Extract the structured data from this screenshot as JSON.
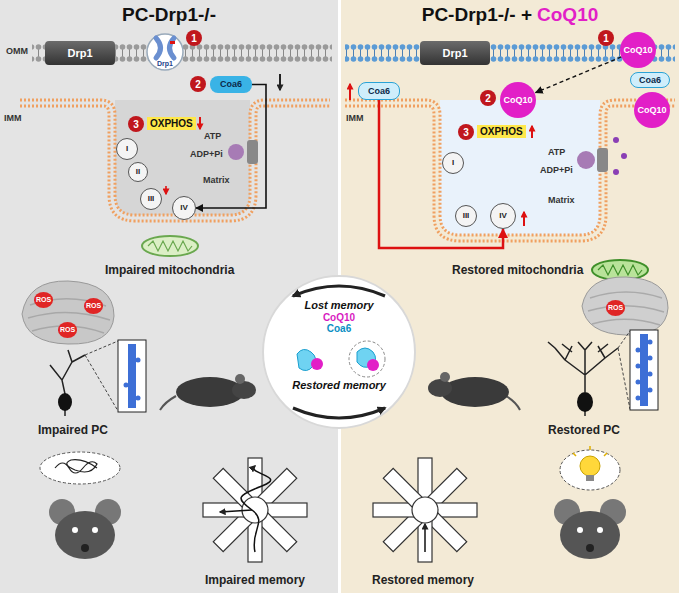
{
  "diagram": {
    "nodes": [
      {
        "text": [
          "PC-Drp1-/-"
        ]
      },
      {
        "text": [
          "PC-Drp1-/- +",
          "CoQ10"
        ]
      },
      {
        "text": [
          "Drp1"
        ],
        "in": 0
      },
      {
        "text": [
          "Coa6"
        ],
        "in": 0
      },
      {
        "text": [
          "I"
        ],
        "in": 0
      },
      {
        "text": [
          "II"
        ],
        "in": 0
      },
      {
        "text": [
          "III"
        ],
        "in": 0
      },
      {
        "text": [
          "IV"
        ],
        "in": 0
      },
      {
        "text": [
          "Drp1"
        ],
        "in": 1
      },
      {
        "text": [
          "CoQ10"
        ],
        "in": 1
      },
      {
        "text": [
          "Coa6"
        ],
        "in": 1
      },
      {
        "text": [
          "CoQ10"
        ],
        "in": 1
      },
      {
        "text": [
          "Coa6"
        ],
        "in": 1
      },
      {
        "text": [
          "CoQ10"
        ],
        "in": 1
      },
      {
        "text": [
          "I"
        ],
        "in": 1
      },
      {
        "text": [
          "III"
        ],
        "in": 1
      },
      {
        "text": [
          "IV"
        ],
        "in": 1
      },
      {
        "text": [
          "Lost memory",
          "CoQ10",
          "Coa6",
          "Restored memory"
        ]
      }
    ],
    "edges": [
      {
        "from": 3,
        "to": 7,
        "arrow": "to"
      },
      {
        "from": 9,
        "to": 11,
        "arrow": "to"
      },
      {
        "from": 10,
        "to": 16,
        "arrow": "to"
      }
    ],
    "labels": [
      "OMM",
      "1",
      "Drp1",
      "2",
      "IMM",
      "3",
      "OXPHOS",
      "ATP",
      "ADP+Pi",
      "Matrix",
      "Impaired mitochondria",
      "ROS",
      "ROS",
      "ROS",
      "Impaired PC",
      "Impaired memory",
      "1",
      "2",
      "3",
      "OXPHOS",
      "IMM",
      "ATP",
      "ADP+Pi",
      "Matrix",
      "Restored mitochondria",
      "ROS",
      "Restored PC",
      "Restored memory"
    ]
  }
}
